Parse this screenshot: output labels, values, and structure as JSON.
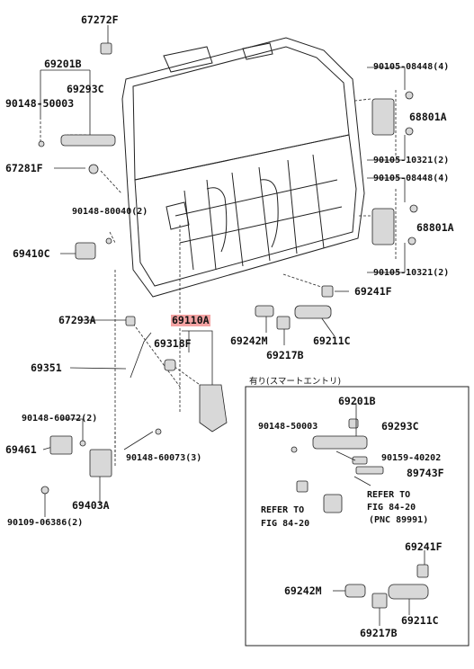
{
  "labels": {
    "p67272F": "67272F",
    "p69201B_top": "69201B",
    "p90148_50003_top": "90148-50003",
    "p69293C_top": "69293C",
    "p67281F": "67281F",
    "p90148_80040": "90148-80040(2)",
    "p69410C": "69410C",
    "p67293A": "67293A",
    "p69110A": "69110A",
    "p69318F": "69318F",
    "p69351": "69351",
    "p90148_60072": "90148-60072(2)",
    "p69461": "69461",
    "p90148_60073": "90148-60073(3)",
    "p69403A": "69403A",
    "p90109_06386": "90109-06386(2)",
    "p90105_08448_a": "90105-08448(4)",
    "p68801A_a": "68801A",
    "p90105_10321_a": "90105-10321(2)",
    "p90105_08448_b": "90105-08448(4)",
    "p68801A_b": "68801A",
    "p90105_10321_b": "90105-10321(2)",
    "p69241F_top": "69241F",
    "p69242M_top": "69242M",
    "p69211C_top": "69211C",
    "p69217B_top": "69217B",
    "inset_title": "有り(スマートエントリ)",
    "p69201B_inset": "69201B",
    "p90148_50003_inset": "90148-50003",
    "p69293C_inset": "69293C",
    "p90159_40202": "90159-40202",
    "p89743F": "89743F",
    "refer_left_1": "REFER TO",
    "refer_left_2": "FIG 84-20",
    "refer_right_1": "REFER TO",
    "refer_right_2": "FIG 84-20",
    "refer_right_3": "(PNC 89991)",
    "p69241F_inset": "69241F",
    "p69242M_inset": "69242M",
    "p69211C_inset": "69211C",
    "p69217B_inset": "69217B"
  },
  "colors": {
    "highlight": "#f4a3a3",
    "line": "#222222",
    "part_fill": "#9a9a9a"
  }
}
